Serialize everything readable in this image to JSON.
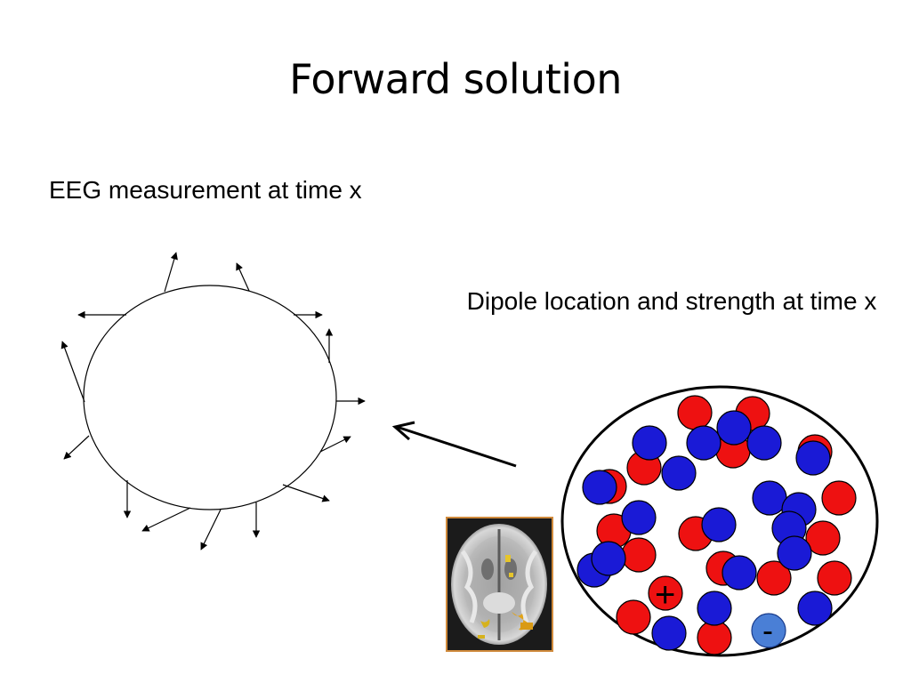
{
  "slide": {
    "title": "Forward solution",
    "eeg_label": "EEG measurement at time x",
    "dipole_label": "Dipole location and strength at time x"
  },
  "dipole_panel": {
    "plus_sign": "+",
    "minus_sign": "-"
  },
  "colors": {
    "positive_dipole": "#ee1111",
    "negative_dipole": "#1a1ad6",
    "outline": "#000000",
    "mri_frame": "#d08a3c"
  }
}
